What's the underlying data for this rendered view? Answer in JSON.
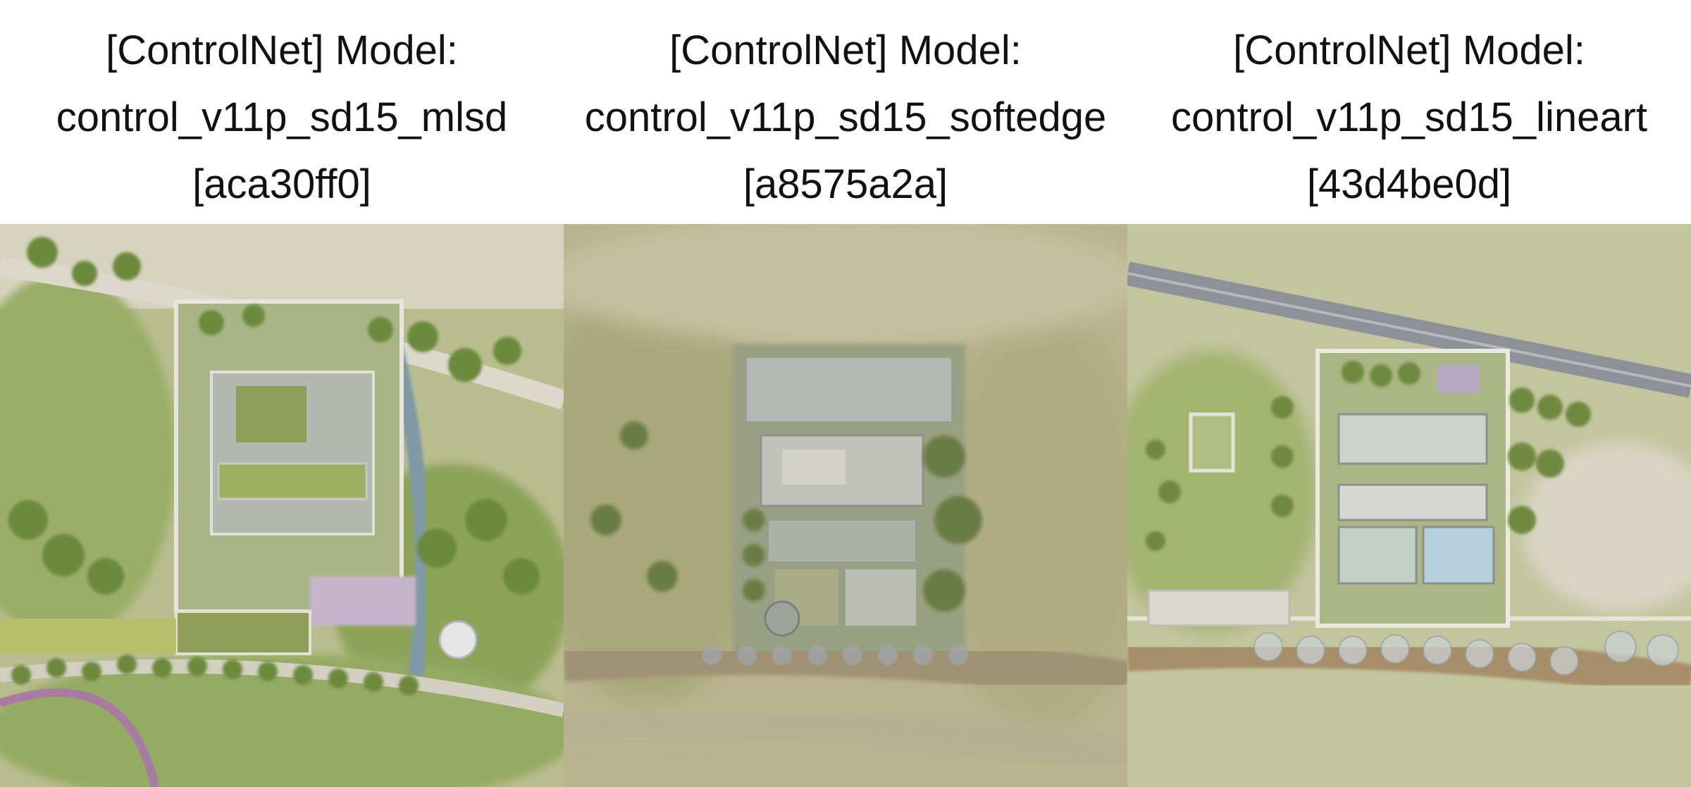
{
  "panels": [
    {
      "caption_line1": "[ControlNet] Model:",
      "caption_line2": "control_v11p_sd15_mlsd",
      "caption_line3": "[aca30ff0]"
    },
    {
      "caption_line1": "[ControlNet] Model:",
      "caption_line2": "control_v11p_sd15_softedge",
      "caption_line3": "[a8575a2a]"
    },
    {
      "caption_line1": "[ControlNet] Model:",
      "caption_line2": "control_v11p_sd15_lineart",
      "caption_line3": "[43d4be0d]"
    }
  ],
  "colors": {
    "grass": "#9fae6e",
    "tree": "#6f8a3f",
    "path": "#d9d6c8",
    "building": "#b7b9b6",
    "road": "#8c8f96",
    "soil": "#a8926f"
  }
}
